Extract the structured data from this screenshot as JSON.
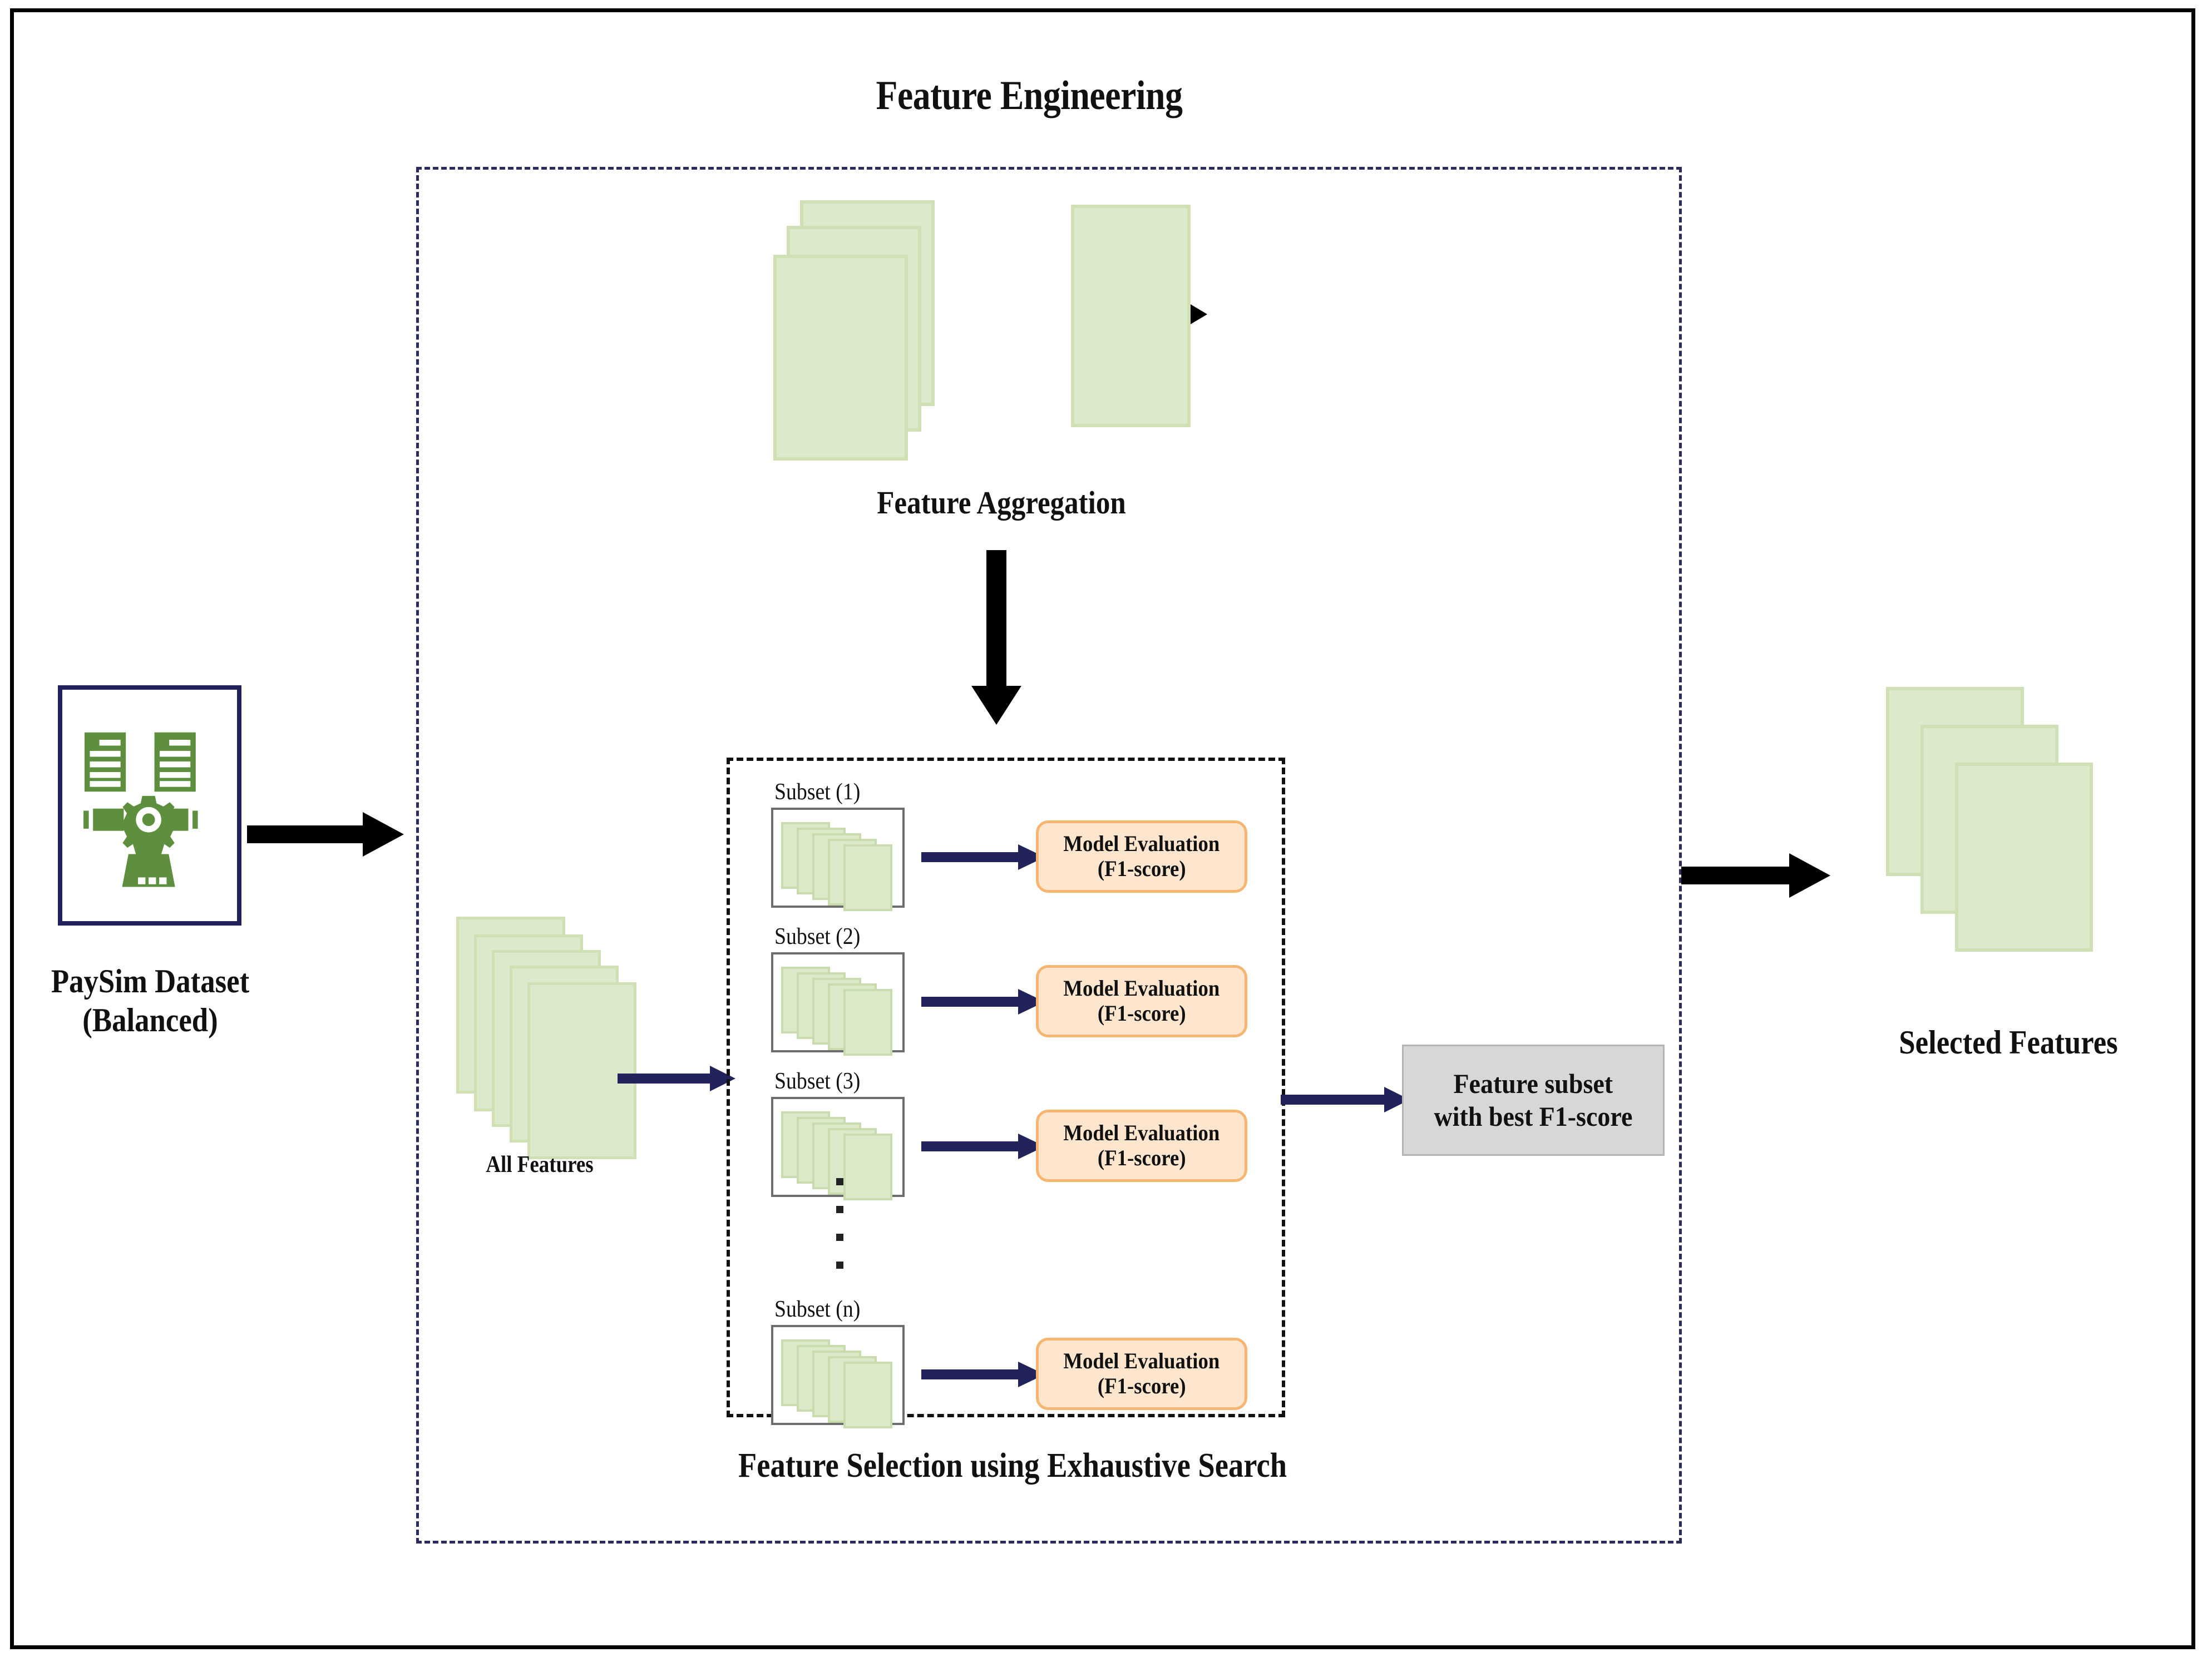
{
  "figure": {
    "title": "Feature Engineering",
    "outer_border_color": "#000000",
    "fe_box_border_color": "#2b2b5e",
    "fs_box_border_color": "#111111"
  },
  "colors": {
    "card_fill": "#dde9cb",
    "card_border": "#cfe0b4",
    "navy": "#23235c",
    "peach_fill": "#fde6cd",
    "peach_border": "#f6b671",
    "gray_fill": "#d7d7d7",
    "gray_border": "#b4b4b4",
    "icon_green": "#5d8f3f",
    "black": "#000000"
  },
  "input": {
    "icon": "dataset-processing-icon",
    "label_line1": "PaySim Dataset",
    "label_line2": "(Balanced)"
  },
  "aggregation": {
    "label": "Feature Aggregation",
    "input_cards": 3,
    "output_cards": 1
  },
  "all_features": {
    "label": "All Features",
    "cards": 5
  },
  "feature_selection": {
    "label": "Feature Selection using Exhaustive Search",
    "ellipsis_dots": 4,
    "rows": [
      {
        "subset_label": "Subset (1)",
        "cards": 5,
        "model_line1": "Model Evaluation",
        "model_line2": "(F1-score)"
      },
      {
        "subset_label": "Subset (2)",
        "cards": 5,
        "model_line1": "Model Evaluation",
        "model_line2": "(F1-score)"
      },
      {
        "subset_label": "Subset (3)",
        "cards": 5,
        "model_line1": "Model Evaluation",
        "model_line2": "(F1-score)"
      },
      {
        "subset_label": "Subset (n)",
        "cards": 5,
        "model_line1": "Model Evaluation",
        "model_line2": "(F1-score)"
      }
    ]
  },
  "best_subset": {
    "line1": "Feature subset",
    "line2": "with best F1-score"
  },
  "output": {
    "label": "Selected Features",
    "cards": 3
  }
}
